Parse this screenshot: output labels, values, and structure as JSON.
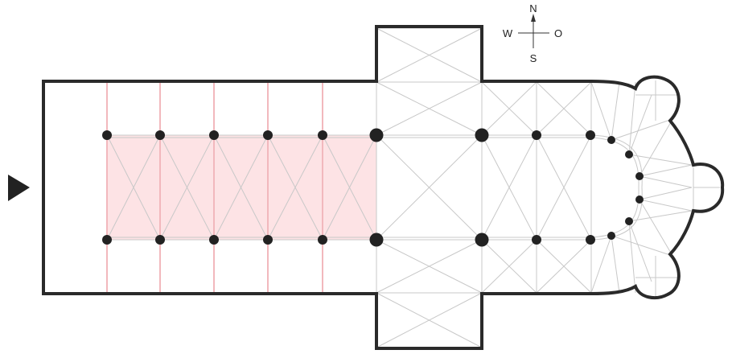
{
  "compass": {
    "north": "N",
    "south": "S",
    "west": "W",
    "east": "O"
  },
  "entrance_marker": "entrance-arrow",
  "colors": {
    "wall": "#2a2a2a",
    "vault_line": "#c8c8c8",
    "nave_highlight_fill": "#fde3e5",
    "nave_highlight_line": "#f2b8bd",
    "pillar": "#222222"
  }
}
